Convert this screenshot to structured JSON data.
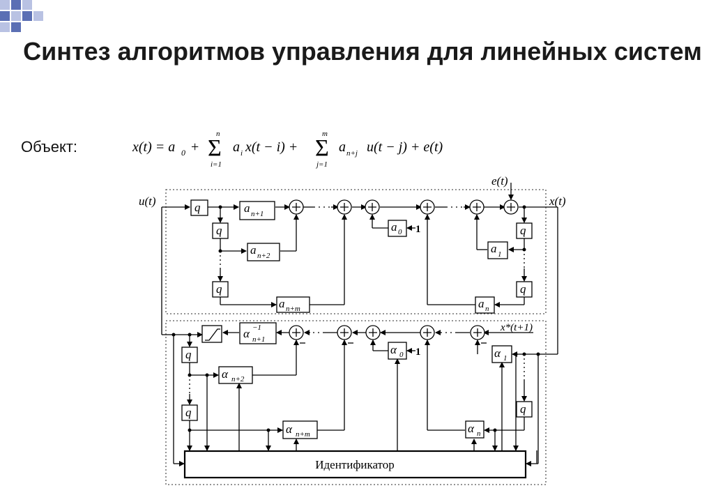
{
  "slide": {
    "title": "Синтез алгоритмов управления для линейных систем",
    "object_label": "Объект:",
    "formula": {
      "lhs": "x(t) = a",
      "lhs_sub": "0",
      "plus1": "+",
      "sum1_top": "n",
      "sum1_bottom": "i=1",
      "term1": "a",
      "term1_sub": "i",
      "term1_rest": "x(t − i) +",
      "sum2_top": "m",
      "sum2_bottom": "j=1",
      "term2": "a",
      "term2_sub": "n+j",
      "term2_rest": "u(t − j) + e(t)"
    }
  },
  "diagram": {
    "signals": {
      "input": "u(t)",
      "output": "x(t)",
      "noise": "e(t)",
      "reference": "x*(t+1)",
      "one_top": "1",
      "one_bottom": "1"
    },
    "blocks": {
      "q": "q",
      "a_n1": "a",
      "a_n1_sub": "n+1",
      "a_n2": "a",
      "a_n2_sub": "n+2",
      "a_nm": "a",
      "a_nm_sub": "n+m",
      "a_0": "a",
      "a_0_sub": "0",
      "a_1": "a",
      "a_1_sub": "1",
      "a_n": "a",
      "a_n_sub": "n",
      "alpha_n1_inv": "α",
      "alpha_n1_inv_sup": "−1",
      "alpha_n1_inv_sub": "n+1",
      "alpha_n2": "α",
      "alpha_n2_sub": "n+2",
      "alpha_nm": "α",
      "alpha_nm_sub": "n+m",
      "alpha_0": "α",
      "alpha_0_sub": "0",
      "alpha_1": "α",
      "alpha_1_sub": "1",
      "alpha_n": "α",
      "alpha_n_sub": "n",
      "identifier": "Идентификатор"
    },
    "colors": {
      "line": "#000000",
      "dotted_frame": "#555555",
      "corner_blue": "#5b6fb4",
      "corner_light": "#b9c2e3"
    }
  }
}
